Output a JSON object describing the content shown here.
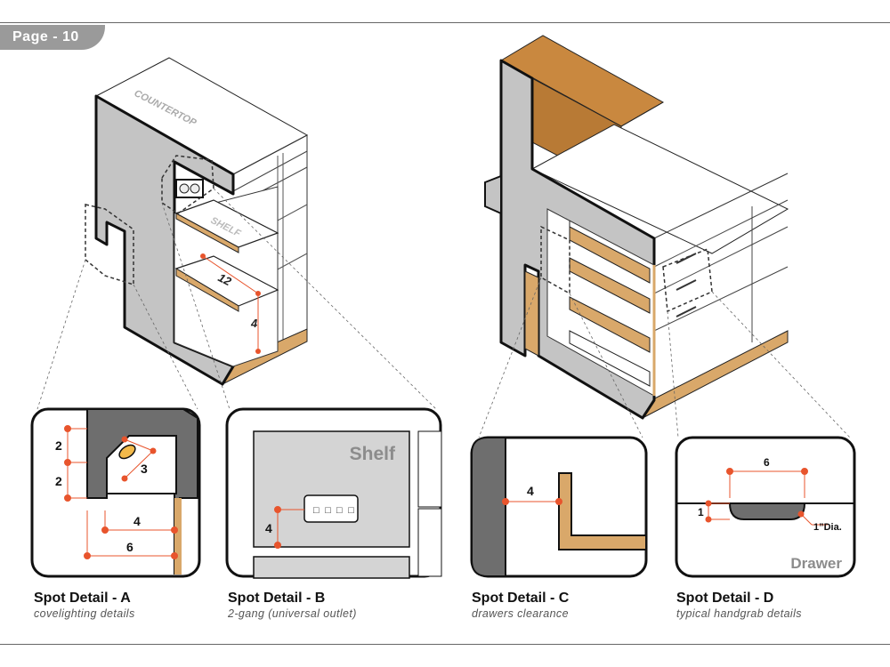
{
  "page": {
    "label": "Page - 10"
  },
  "drawing_left": {
    "countertop_label": "COUNTERTOP",
    "shelf_label": "SHELF",
    "dim_width": "12",
    "dim_height": "4"
  },
  "details": [
    {
      "title": "Spot Detail - A",
      "subtitle": "covelighting details",
      "dims": [
        "2",
        "2",
        "3",
        "4",
        "6"
      ]
    },
    {
      "title": "Spot Detail - B",
      "subtitle": "2-gang (universal outlet)",
      "panel_label": "Shelf",
      "dims": [
        "4"
      ]
    },
    {
      "title": "Spot Detail - C",
      "subtitle": "drawers clearance",
      "dims": [
        "4"
      ]
    },
    {
      "title": "Spot Detail - D",
      "subtitle": "typical handgrab details",
      "panel_label": "Drawer",
      "dims": [
        "6",
        "1",
        "1”Dia."
      ]
    }
  ],
  "colors": {
    "dim_accent": "#e8542c",
    "wood": "#d9a86a",
    "wood_dark": "#c08646",
    "panel_grey": "#bdbdbd",
    "panel_dark": "#6e6e6e",
    "tab_grey": "#9a9a9a"
  }
}
